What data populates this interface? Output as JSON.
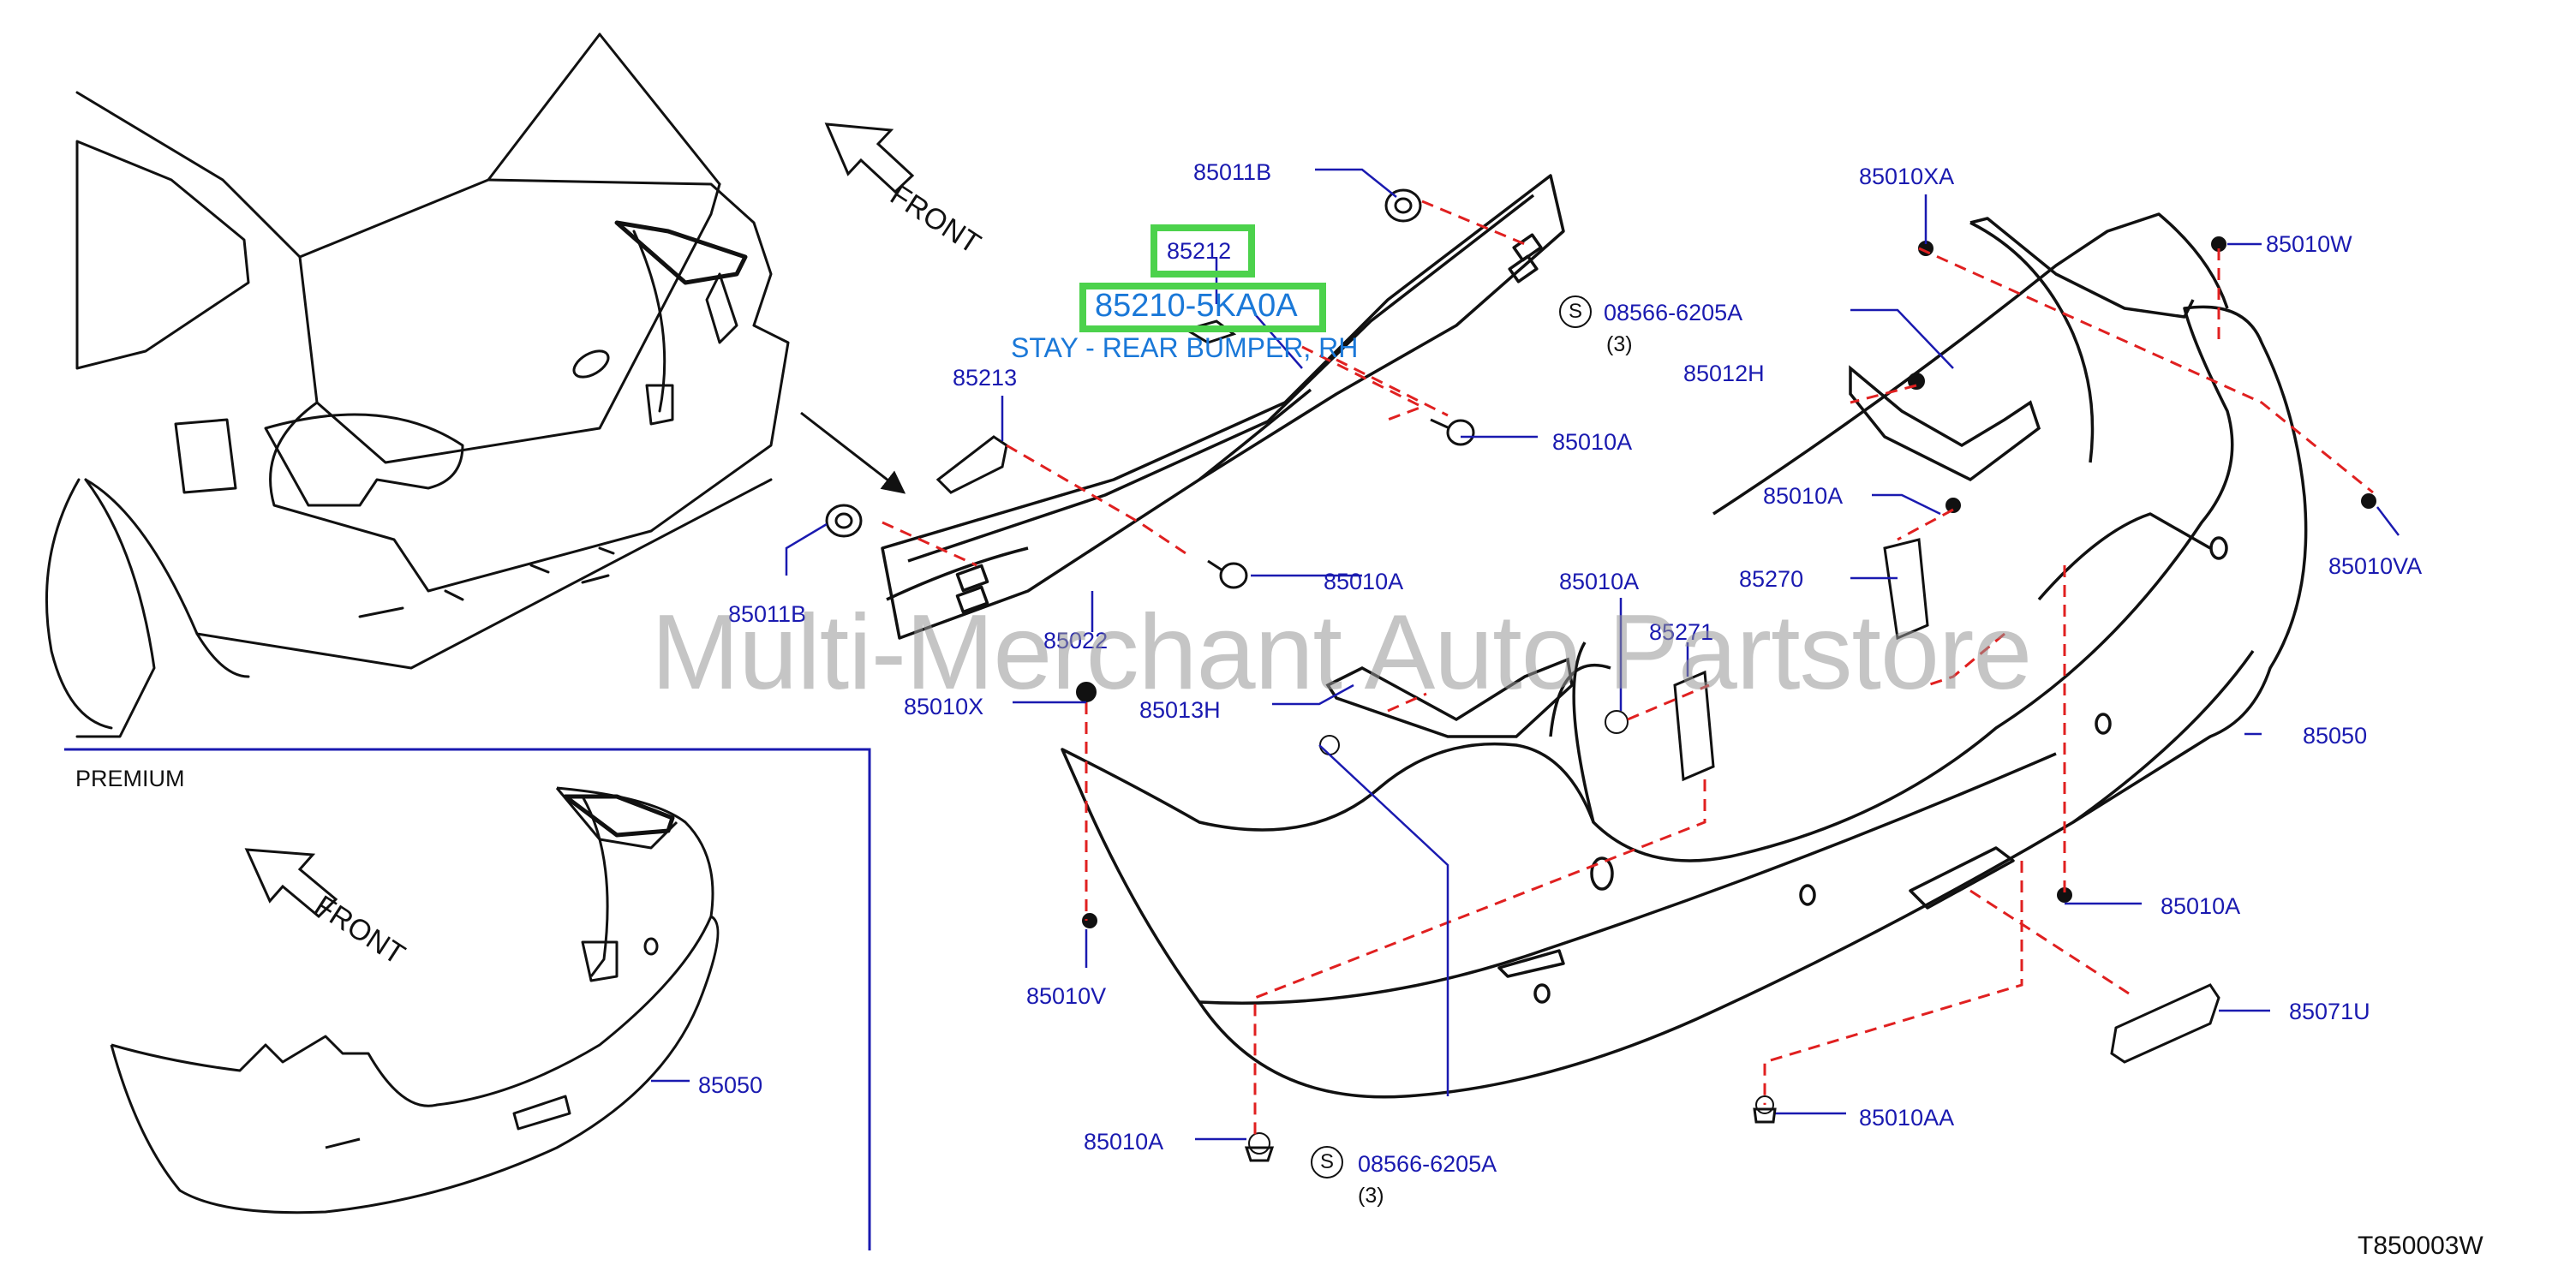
{
  "labels": {
    "p85011B_top": "85011B",
    "p85212": "85212",
    "p85210": "85210-5KA0A",
    "stay_desc": "STAY - REAR BUMPER, RH",
    "p85213": "85213",
    "p85011B_bot": "85011B",
    "p85022": "85022",
    "p85010A_mid1": "85010A",
    "p85010A_mid2": "85010A",
    "p08566_top": "08566-6205A",
    "qty_top": "(3)",
    "p85010XA": "85010XA",
    "p85010W": "85010W",
    "p85012H": "85012H",
    "p85010A_r1": "85010A",
    "p85270": "85270",
    "p85010VA": "85010VA",
    "p85010A_c": "85010A",
    "p85271": "85271",
    "p85010X": "85010X",
    "p85013H": "85013H",
    "p85050_main": "85050",
    "p85010A_r2": "85010A",
    "p85071U": "85071U",
    "p85010V": "85010V",
    "p85010AA": "85010AA",
    "p85010A_bot": "85010A",
    "p08566_bot": "08566-6205A",
    "qty_bot": "(3)",
    "p85050_inset": "85050",
    "front_top": "FRONT",
    "front_inset": "FRONT",
    "premium": "PREMIUM",
    "diagram_code": "T850003W",
    "s_symbol": "S"
  },
  "watermark": "Multi-Merchant Auto Partstore",
  "colors": {
    "label_text": "#1a1ab0",
    "highlight_box": "#4cd24c",
    "highlight_text": "#1a78d8",
    "dashed_lines": "#e02020",
    "line_art": "#111111",
    "watermark": "#969696"
  }
}
